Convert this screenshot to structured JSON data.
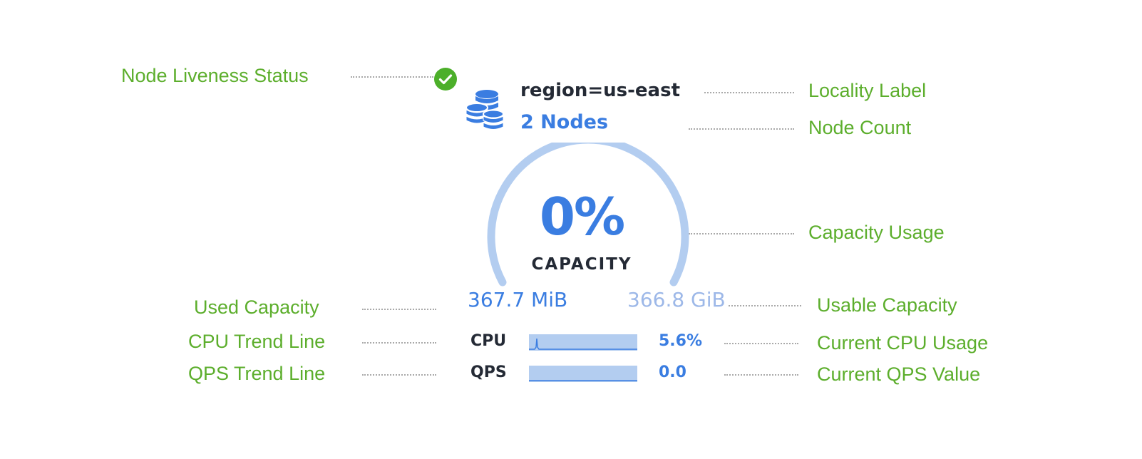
{
  "callouts": {
    "liveness": "Node Liveness Status",
    "locality": "Locality Label",
    "node_count": "Node Count",
    "capacity_usage": "Capacity Usage",
    "used_capacity": "Used Capacity",
    "usable_capacity": "Usable Capacity",
    "cpu_trend": "CPU Trend Line",
    "current_cpu": "Current CPU Usage",
    "qps_trend": "QPS Trend Line",
    "current_qps": "Current QPS Value"
  },
  "widget": {
    "locality": "region=us-east",
    "node_count": "2 Nodes",
    "capacity_percent": "0%",
    "capacity_label": "CAPACITY",
    "used": "367.7 MiB",
    "usable": "366.8 GiB",
    "cpu_label": "CPU",
    "cpu_value": "5.6%",
    "qps_label": "QPS",
    "qps_value": "0.0",
    "liveness_icon": "check-circle-icon",
    "nodes_icon": "database-icon"
  },
  "colors": {
    "callout": "#5cae2c",
    "accent": "#3a7de1",
    "gauge_track": "#b3cdf0",
    "status_ok": "#4caf2a"
  }
}
